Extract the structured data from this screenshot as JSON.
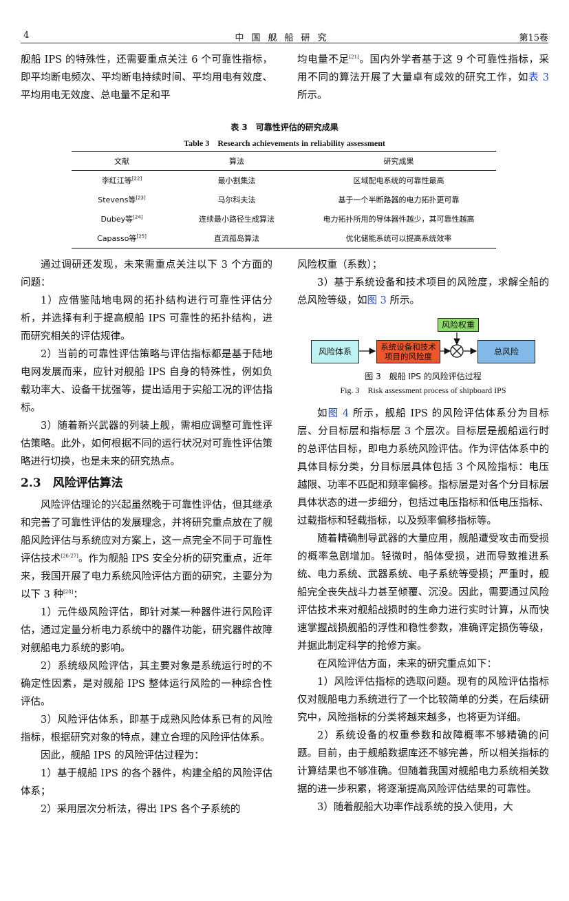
{
  "header": {
    "page_number": "4",
    "journal": "中国舰船研究",
    "volume": "第15卷"
  },
  "table": {
    "caption_cn": "表 3　可靠性评估的研究成果",
    "caption_en": "Table 3　Research achievements in reliability assessment",
    "columns": [
      "文献",
      "算法",
      "研究成果"
    ],
    "rows": [
      {
        "author": "李红江等",
        "ref": "[22]",
        "algorithm": "最小割集法",
        "result": "区域配电系统的可靠性最高"
      },
      {
        "author": "Stevens等",
        "ref": "[23]",
        "algorithm": "马尔科夫法",
        "result": "基于一个半断路器的电力拓扑更可靠"
      },
      {
        "author": "Dubey等",
        "ref": "[24]",
        "algorithm": "连续最小路径生成算法",
        "result": "电力拓扑所用的导体器件越少，其可靠性越高"
      },
      {
        "author": "Capasso等",
        "ref": "[25]",
        "algorithm": "直流孤岛算法",
        "result": "优化储能系统可以提高系统效率"
      }
    ]
  },
  "figure": {
    "boxes": {
      "risk_weight": "风险权重",
      "risk_system": "风险体系",
      "equipment": "系统设备和技术项目的风险度",
      "total_risk": "总风险"
    },
    "caption_cn": "图 3　舰船 IPS 的风险评估过程",
    "caption_en": "Fig. 3　Risk assessment process of shipboard IPS",
    "colors": {
      "green": "#8fdc6a",
      "red": "#f0562b",
      "blue": "#82b9e8",
      "cyan": "#bdf3f2"
    }
  },
  "left": {
    "p1": "舰船 IPS 的特殊性，还需要重点关注 6 个可靠性指标，即平均断电频次、平均断电持续时间、平均用电有效度、平均用电无效度、总电量不足和平",
    "p2": "通过调研还发现，未来需重点关注以下 3 个方面的问题：",
    "p3": "1）应借鉴陆地电网的拓扑结构进行可靠性评估分析，并选择有利于提高舰船 IPS 可靠性的拓扑结构，进而研究相关的评估规律。",
    "p4": "2）当前的可靠性评估策略与评估指标都是基于陆地电网发展而来，应针对舰船 IPS 自身的特殊性，例如负载功率大、设备干扰强等，提出适用于实船工况的评估指标。",
    "p5": "3）随着新兴武器的列装上舰，需相应调整可靠性评估策略。此外，如何根据不同的运行状况对可靠性评估策略进行切换，也是未来的研究热点。",
    "section_no": "2.3",
    "section_title": "风险评估算法",
    "p6a": "风险评估理论的兴起虽然晚于可靠性评估，但其继承和完善了可靠性评估的发展理念，并将研究重点放在了舰船风险评估与系统应对方案上，这一点完全不同于可靠性评估技术",
    "p6a_ref": "[26-27]",
    "p6b": "。作为舰船 IPS 安全分析的研究重点，近年来，我国开展了电力系统风险评估方面的研究，主要分为以下 3 种",
    "p6b_ref": "[28]",
    "p6c": "：",
    "p7": "1）元件级风险评估，即针对某一种器件进行风险评估，通过定量分析电力系统中的器件功能，研究器件故障对舰船电力系统的影响。",
    "p8": "2）系统级风险评估，其主要对象是系统运行时的不确定性因素，是对舰船 IPS 整体运行风险的一种综合性评估。",
    "p9": "3）风险评估体系，即基于成熟风险体系已有的风险指标，根据研究对象的特点，建立合理的风险评估体系。",
    "p10": "因此，舰船 IPS 的风险评估过程为：",
    "p11": "1）基于舰船 IPS 的各个器件，构建全船的风险评估体系；",
    "p12": "2）采用层次分析法，得出 IPS 各个子系统的"
  },
  "right": {
    "p1a": "均电量不足",
    "p1_ref": "[21]",
    "p1b": "。国内外学者基于这 9 个可靠性指标，采用不同的算法开展了大量卓有成效的研究工作，如",
    "p1_link": "表 3",
    "p1c": " 所示。",
    "p2": "风险权重（系数）；",
    "p3a": "3）基于系统设备和技术项目的风险度，求解全船的总风险等级，如",
    "p3_link": "图 3",
    "p3b": " 所示。",
    "p4a": "如",
    "p4_link": "图 4",
    "p4b": " 所示，舰船 IPS 的风险评估体系分为目标层、分目标层和指标层 3 个层次。目标层是舰船运行时的总评估目标，即电力系统风险评估。作为评估体系中的具体目标分类，分目标层具体包括 3 个风险指标：电压越限、功率不匹配和频率偏移。指标层是对各个分目标层具体状态的进一步细分，包括过电压指标和低电压指标、过载指标和轻载指标，以及频率偏移指标等。",
    "p5": "随着精确制导武器的大量应用，舰船遭受攻击而受损的概率急剧增加。轻微时，船体受损，进而导致推进系统、电力系统、武器系统、电子系统等受损；严重时，舰船完全丧失战斗力甚至倾覆、沉没。因此，需要通过风险评估技术来对舰船战损时的生命力进行实时计算，从而快速掌握战损舰船的浮性和稳性参数，准确评定损伤等级，并据此制定科学的抢修方案。",
    "p6": "在风险评估方面，未来的研究重点如下：",
    "p7": "1）风险评估指标的选取问题。现有的风险评估指标仅对舰船电力系统进行了一个比较简单的分类，在后续研究中，风险指标的分类将越来越多，也将更为详细。",
    "p8": "2）系统设备的权重参数和故障概率不够精确的问题。目前，由于舰船数据库还不够完善，所以相关指标的计算结果也不够准确。但随着我国对舰船电力系统相关数据的进一步积累，将逐渐提高风险评估结果的可靠性。",
    "p9": "3）随着舰船大功率作战系统的投入使用，大"
  }
}
